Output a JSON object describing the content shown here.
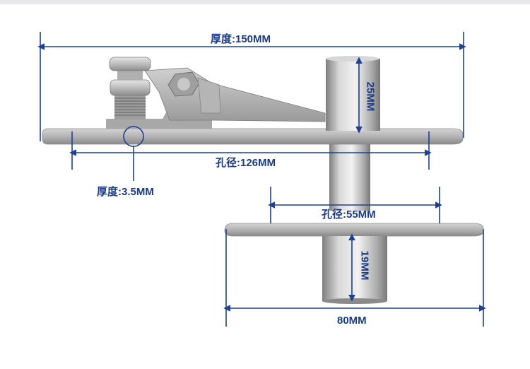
{
  "dimensions": {
    "overall_thickness_label": "厚度:150MM",
    "top_hole_label": "孔径:126MM",
    "plate_thickness_label": "厚度:3.5MM",
    "bottom_hole_label": "孔径:55MM",
    "bottom_width_label": "80MM",
    "top_pin_height_label": "25MM",
    "bottom_pin_height_label": "19MM"
  },
  "colors": {
    "dimension": "#1d3f94",
    "metal": "#b8b8b8"
  }
}
